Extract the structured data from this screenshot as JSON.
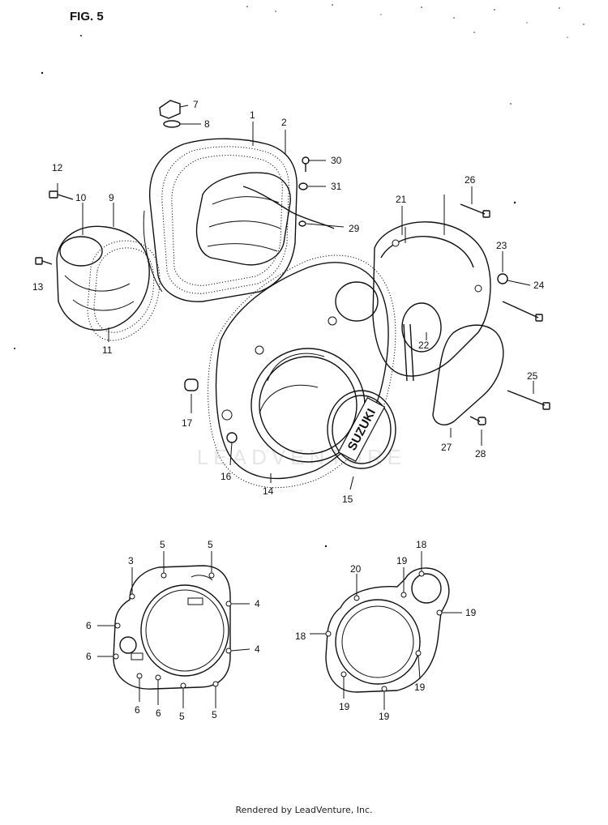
{
  "figure": {
    "title": "FIG. 5"
  },
  "watermark": "LEADVENTURE",
  "badge": {
    "text": "SUZUKI"
  },
  "footer": {
    "text": "Rendered by LeadVenture, Inc."
  },
  "callouts": {
    "c1": "1",
    "c2": "2",
    "c3": "3",
    "c4a": "4",
    "c4b": "4",
    "c5a": "5",
    "c5b": "5",
    "c5c": "5",
    "c5d": "5",
    "c6a": "6",
    "c6b": "6",
    "c6c": "6",
    "c6d": "6",
    "c7": "7",
    "c8": "8",
    "c9": "9",
    "c10": "10",
    "c11": "11",
    "c12": "12",
    "c13": "13",
    "c14": "14",
    "c15": "15",
    "c16": "16",
    "c17": "17",
    "c18a": "18",
    "c18b": "18",
    "c19a": "19",
    "c19b": "19",
    "c19c": "19",
    "c19d": "19",
    "c19e": "19",
    "c20": "20",
    "c21": "21",
    "c22": "22",
    "c23": "23",
    "c24": "24",
    "c25": "25",
    "c26": "26",
    "c27": "27",
    "c28": "28",
    "c29": "29",
    "c30": "30",
    "c31": "31"
  }
}
